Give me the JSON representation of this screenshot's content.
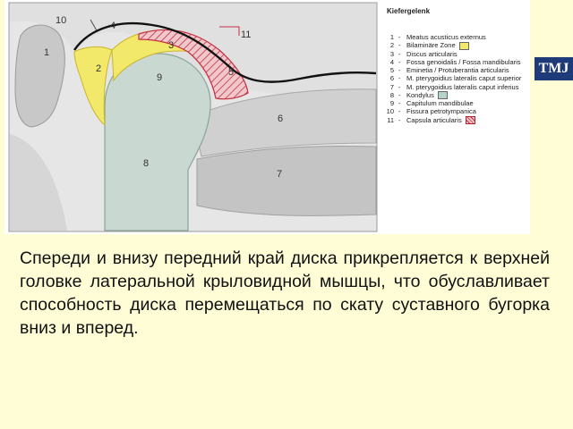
{
  "diagram": {
    "labels": [
      "1",
      "2",
      "3",
      "4",
      "5",
      "6",
      "7",
      "8",
      "9",
      "10",
      "11"
    ],
    "colors": {
      "bone_grey": "#cdcdcd",
      "condyle_green": "#c9d8d1",
      "bilaminar_yellow": "#f2e86a",
      "capsule_red": "#c43040",
      "hatch_pink": "#f0c8cc",
      "muscle_grey": "#d4d4d4"
    }
  },
  "legend": {
    "title": "Kiefergelenk",
    "items": [
      {
        "num": "1",
        "dash": "-",
        "label": "Meatus acusticus externus",
        "swatch": ""
      },
      {
        "num": "2",
        "dash": "-",
        "label": "Bilaminäre Zone",
        "swatch": "yellow"
      },
      {
        "num": "3",
        "dash": "-",
        "label": "Discus articularis",
        "swatch": ""
      },
      {
        "num": "4",
        "dash": "-",
        "label": "Fossa genoidalis / Fossa mandibularis",
        "swatch": ""
      },
      {
        "num": "5",
        "dash": "-",
        "label": "Eminetia / Protuberantia articularis",
        "swatch": ""
      },
      {
        "num": "6",
        "dash": "-",
        "label": "M. pterygoidius lateralis caput superior",
        "swatch": ""
      },
      {
        "num": "7",
        "dash": "-",
        "label": "M. pterygoidius lateralis caput inferius",
        "swatch": ""
      },
      {
        "num": "8",
        "dash": "-",
        "label": "Kondylus",
        "swatch": "green"
      },
      {
        "num": "9",
        "dash": "-",
        "label": "Capitulum mandibulae",
        "swatch": ""
      },
      {
        "num": "10",
        "dash": "-",
        "label": "Fissura petrotympanica",
        "swatch": ""
      },
      {
        "num": "11",
        "dash": "-",
        "label": "Capsula articularis",
        "swatch": "hatch"
      }
    ]
  },
  "badge": "TMJ",
  "caption": "Спереди и внизу передний край диска прикрепляется к верхней головке латеральной крыловидной мышцы, что обуславливает способность диска перемещаться по скату суставного бугорка вниз и вперед."
}
